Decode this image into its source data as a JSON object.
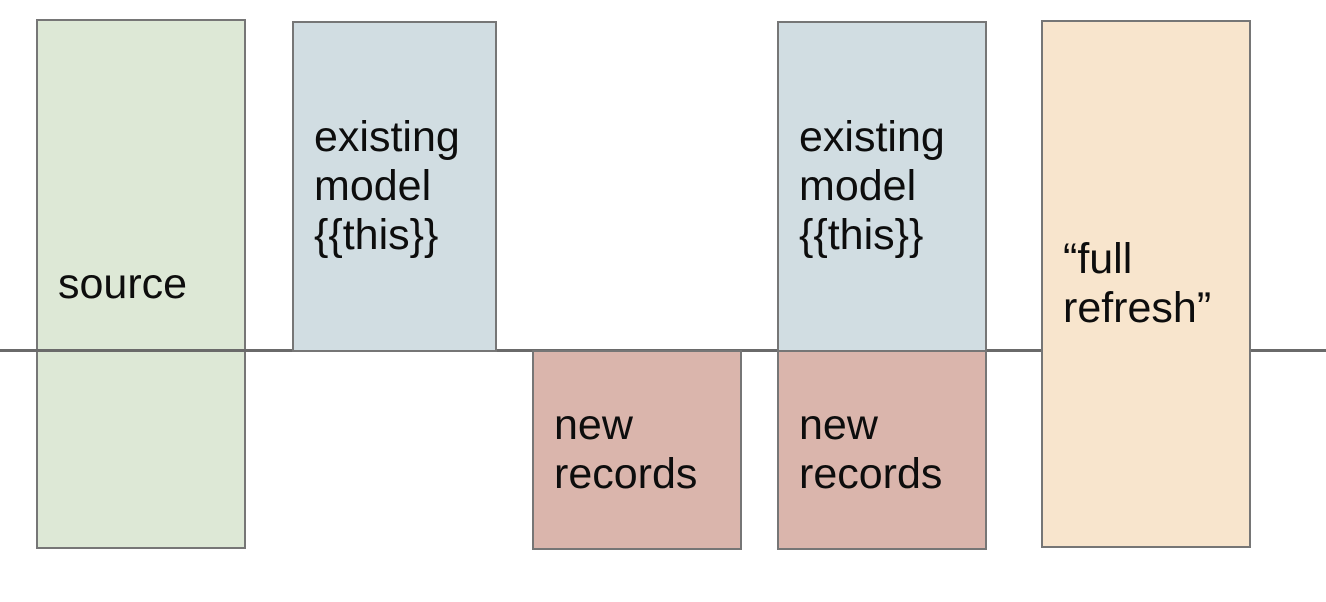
{
  "palette": {
    "background": "#ffffff",
    "source_fill": "#dde8d6",
    "existing_model_fill": "#d1dde2",
    "new_records_fill": "#dab5ac",
    "full_refresh_fill": "#f8e5cd",
    "box_border": "#767676",
    "divider_line": "#6a6a6a",
    "text": "#0d0d0d"
  },
  "diagram": {
    "boxes": [
      {
        "id": "source",
        "label": "source",
        "fill": "#dde8d6"
      },
      {
        "id": "existing-model-1",
        "label": "existing\nmodel\n{{this}}",
        "fill": "#d1dde2"
      },
      {
        "id": "new-records-1",
        "label": "new\nrecords",
        "fill": "#dab5ac"
      },
      {
        "id": "existing-model-2",
        "label": "existing\nmodel\n{{this}}",
        "fill": "#d1dde2"
      },
      {
        "id": "new-records-2",
        "label": "new\nrecords",
        "fill": "#dab5ac"
      },
      {
        "id": "full-refresh",
        "label": "“full\nrefresh”",
        "fill": "#f8e5cd"
      }
    ]
  }
}
